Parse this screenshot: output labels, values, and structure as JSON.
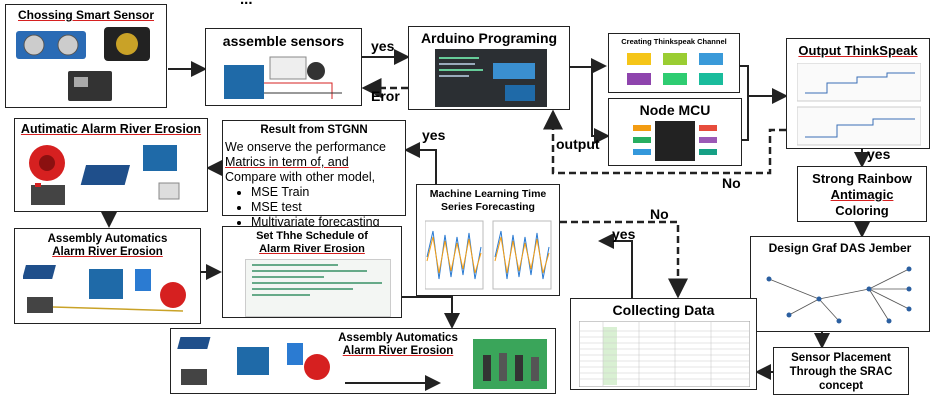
{
  "top_title": "...",
  "boxes": {
    "choosing": "Chossing Smart Sensor",
    "assemble": "assemble sensors",
    "arduino": "Arduino Programing",
    "thingspeak_channel": "Creating Thinkspeak Channel",
    "nodemcu": "Node MCU",
    "output_thinkspeak": "Output ThinkSpeak",
    "alarm": "Autimatic Alarm River Erosion",
    "result_title": "Result from STGNN",
    "result_lines": [
      "We onserve the performance",
      "Matrics in term of, and",
      "Compare with other model,"
    ],
    "result_bullets": [
      "MSE Train",
      "MSE test",
      "Multivariate forecasting"
    ],
    "ml_title": "Machine Learning Time Series Forecasting",
    "assembly1_line1": "Assembly Automatics",
    "assembly1_line2": "Alarm River Erosion",
    "schedule_line1": "Set Thhe Schedule of",
    "schedule_line2": "Alarm River Erosion",
    "strong_line1": "Strong Rainbow",
    "strong_line2": "Antimagic",
    "strong_line3": "Coloring",
    "design": "Design Graf DAS Jember",
    "collecting": "Collecting Data",
    "assembly2_line1": "Assembly Automatics",
    "assembly2_line2": "Alarm River Erosion",
    "sensor_line1": "Sensor Placement",
    "sensor_line2": "Through the SRAC",
    "sensor_line3": "concept"
  },
  "labels": {
    "yes1": "yes",
    "eror": "Eror",
    "output": "output",
    "yes2": "yes",
    "no1": "No",
    "yes3": "yes",
    "no2": "No",
    "yes4": "yes"
  },
  "colors": {
    "accent_red": "#d62020",
    "line": "#222222"
  }
}
